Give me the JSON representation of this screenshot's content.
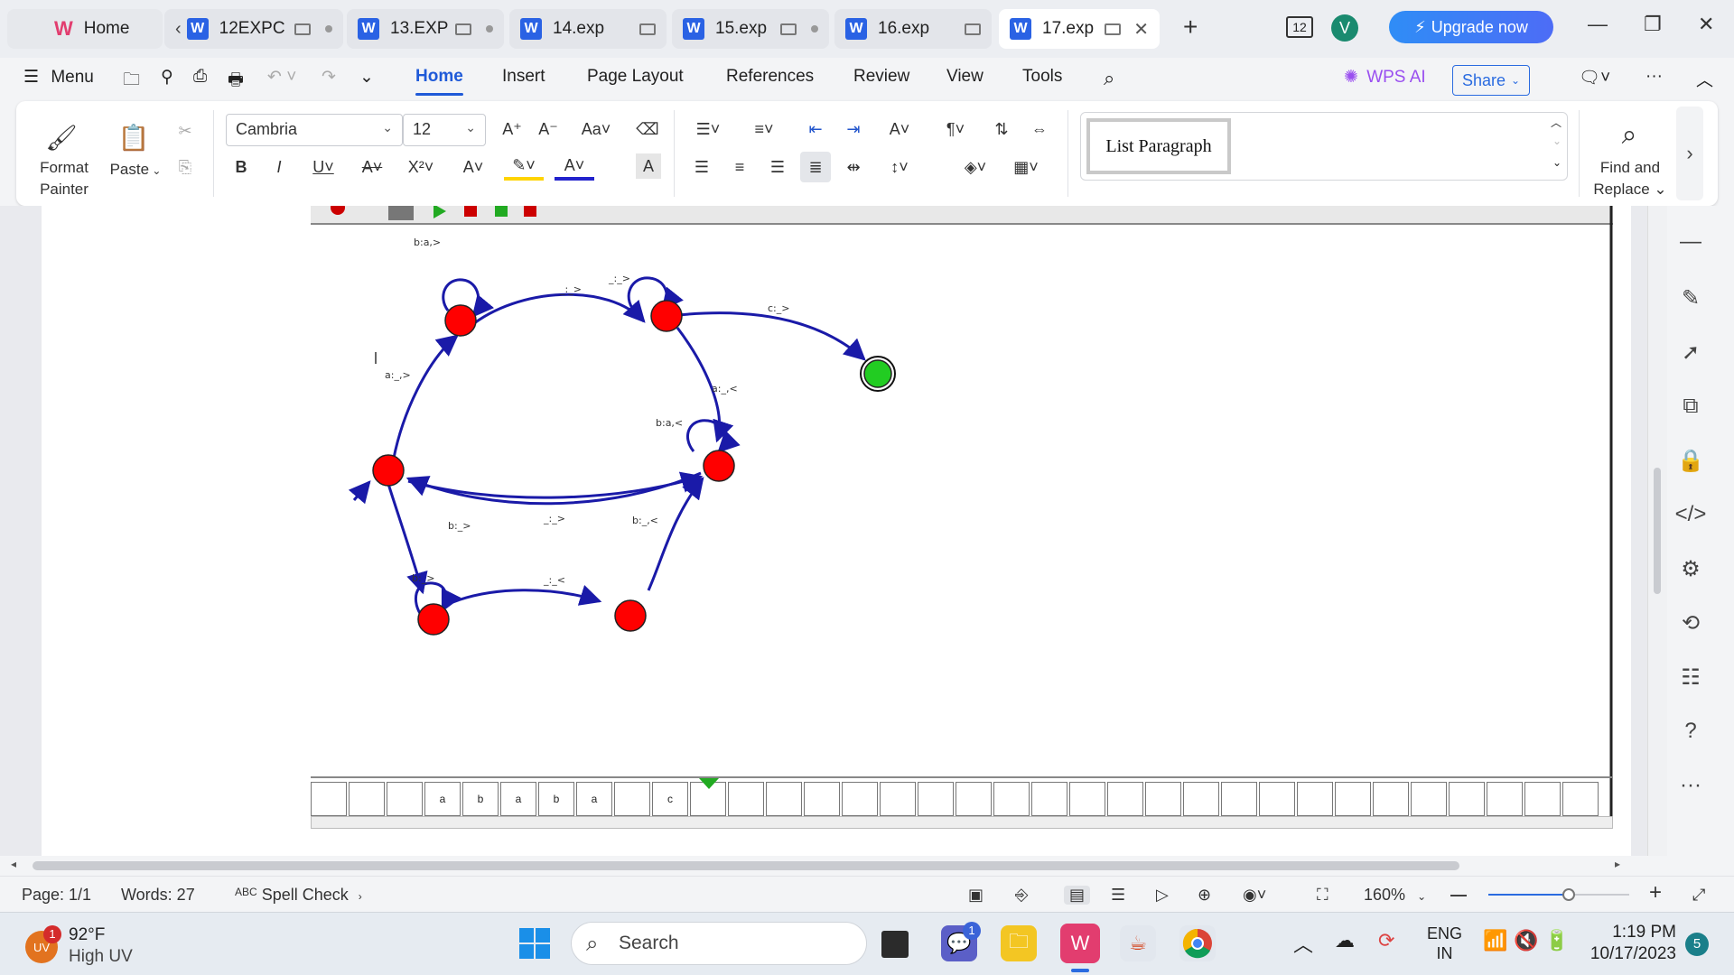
{
  "tabs": [
    {
      "label": "Home"
    },
    {
      "label": "12EXPC"
    },
    {
      "label": "13.EXP"
    },
    {
      "label": "14.exp"
    },
    {
      "label": "15.exp"
    },
    {
      "label": "16.exp"
    },
    {
      "label": "17.exp"
    }
  ],
  "header": {
    "badge_count": "12",
    "avatar_letter": "V",
    "upgrade_label": "Upgrade now"
  },
  "menu": {
    "menu_label": "Menu",
    "items": [
      "Home",
      "Insert",
      "Page Layout",
      "References",
      "Review",
      "View",
      "Tools"
    ],
    "wps_ai": "WPS AI",
    "share": "Share"
  },
  "ribbon": {
    "format_painter": "Format Painter",
    "paste": "Paste",
    "font_name": "Cambria",
    "font_size": "12",
    "style_current": "List Paragraph",
    "find_replace_1": "Find and",
    "find_replace_2": "Replace"
  },
  "diagram": {
    "state_color": "#ff0000",
    "accept_color": "#22cc22",
    "edge_color": "#1a1aa8",
    "labels": [
      "b:a,>",
      "_:_>",
      "_:_>",
      "c:_>",
      "a:_,>",
      "a:_,<",
      "b:a,<",
      "b:_>",
      "_:_>",
      "b:_,<",
      "b:_>",
      "_:_<"
    ]
  },
  "tape": {
    "cells": [
      "",
      "",
      "",
      "a",
      "b",
      "a",
      "b",
      "a",
      "",
      "c",
      "",
      "",
      "",
      "",
      "",
      "",
      "",
      "",
      "",
      "",
      "",
      "",
      "",
      "",
      "",
      "",
      "",
      "",
      "",
      "",
      "",
      "",
      "",
      ""
    ],
    "head_index": 10
  },
  "status": {
    "page": "Page: 1/1",
    "words": "Words: 27",
    "spell": "Spell Check",
    "zoom": "160%"
  },
  "taskbar": {
    "weather_temp": "92°F",
    "weather_desc": "High UV",
    "weather_badge": "1",
    "search_placeholder": "Search",
    "teams_badge": "1",
    "lang_1": "ENG",
    "lang_2": "IN",
    "time": "1:19 PM",
    "date": "10/17/2023",
    "notif_count": "5"
  }
}
